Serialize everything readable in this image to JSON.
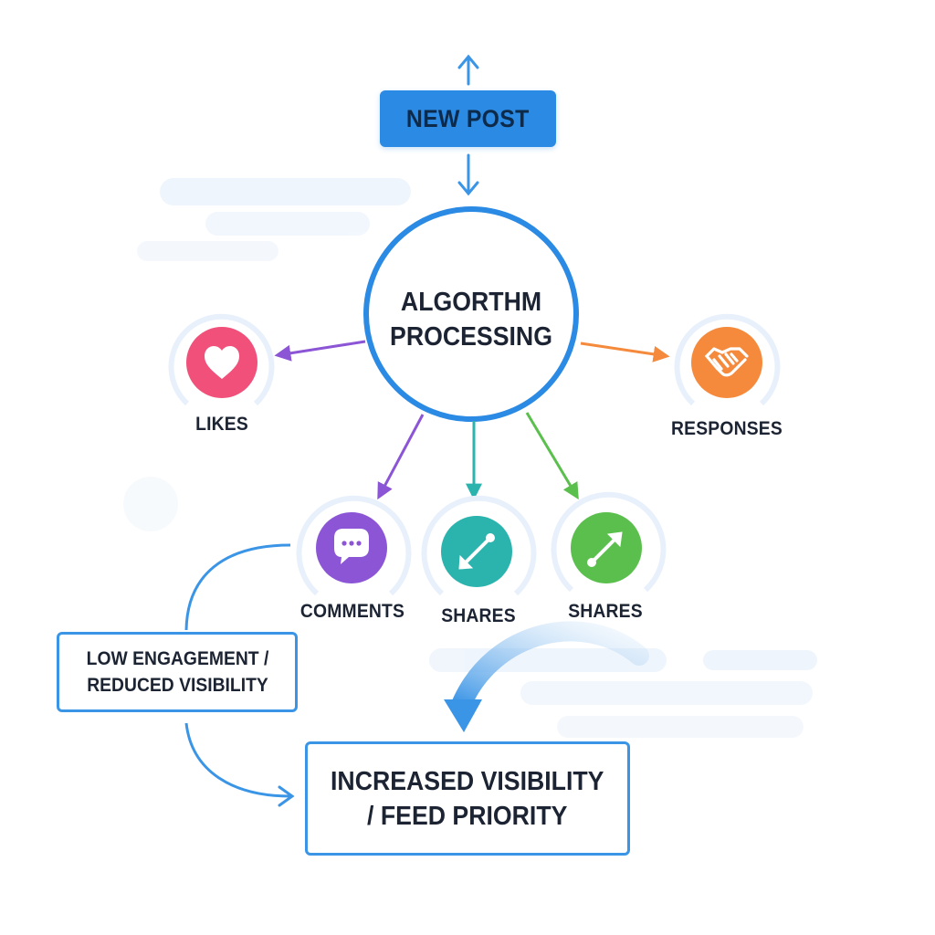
{
  "colors": {
    "primary_blue": "#2b8ae3",
    "box_border": "#3b95e6",
    "likes": "#f0507a",
    "comments": "#8b55d6",
    "shares_teal": "#2bb3ae",
    "shares_green": "#5bbf4d",
    "responses": "#f58a3c",
    "text": "#1c2433"
  },
  "diagram": {
    "top": {
      "label": "NEW POST",
      "icon": "double-arrow-vertical-icon"
    },
    "center": {
      "line1": "ALGORTHM",
      "line2": "PROCESSING"
    },
    "nodes": [
      {
        "id": "likes",
        "label": "LIKES",
        "icon": "heart-icon"
      },
      {
        "id": "responses",
        "label": "RESPONSES",
        "icon": "handshake-icon"
      },
      {
        "id": "comments",
        "label": "COMMENTS",
        "icon": "speech-bubble-icon"
      },
      {
        "id": "shares-1",
        "label": "SHARES",
        "icon": "diagonal-arrow-icon"
      },
      {
        "id": "shares-2",
        "label": "SHARES",
        "icon": "diagonal-arrow-icon"
      }
    ],
    "low_engagement": {
      "line1": "LOW ENGAGEMENT /",
      "line2": "REDUCED VISIBILITY"
    },
    "increased": {
      "line1": "INCREASED VISIBILITY",
      "line2": "/ FEED PRIORITY"
    }
  }
}
